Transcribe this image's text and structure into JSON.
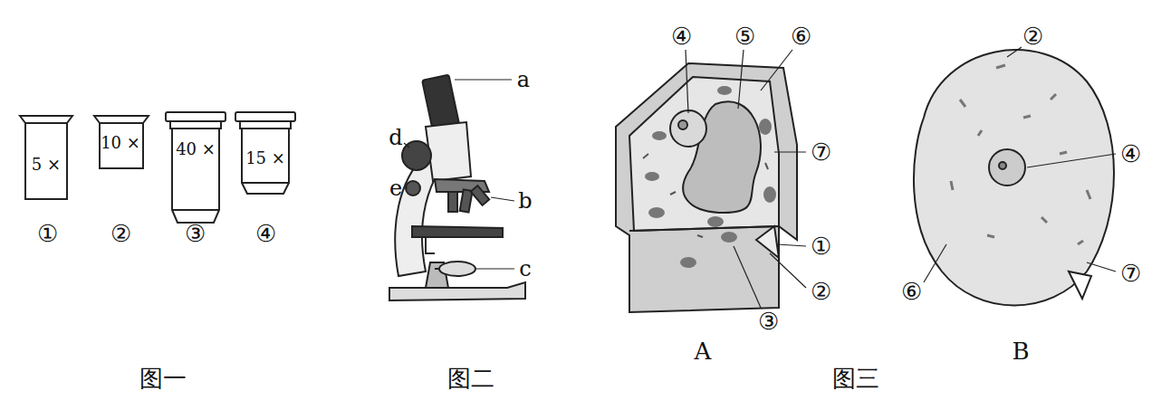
{
  "diagram": {
    "labels": [
      "5 ×",
      "10 ×",
      "40 ×",
      "15 ×",
      "①",
      "②",
      "③",
      "④",
      "图一",
      "a",
      "d",
      "e",
      "b",
      "c",
      "图二",
      "④",
      "⑤",
      "⑥",
      "⑦",
      "①",
      "②",
      "③",
      "A",
      "②",
      "④",
      "⑥",
      "⑦",
      "B",
      "图三"
    ]
  }
}
